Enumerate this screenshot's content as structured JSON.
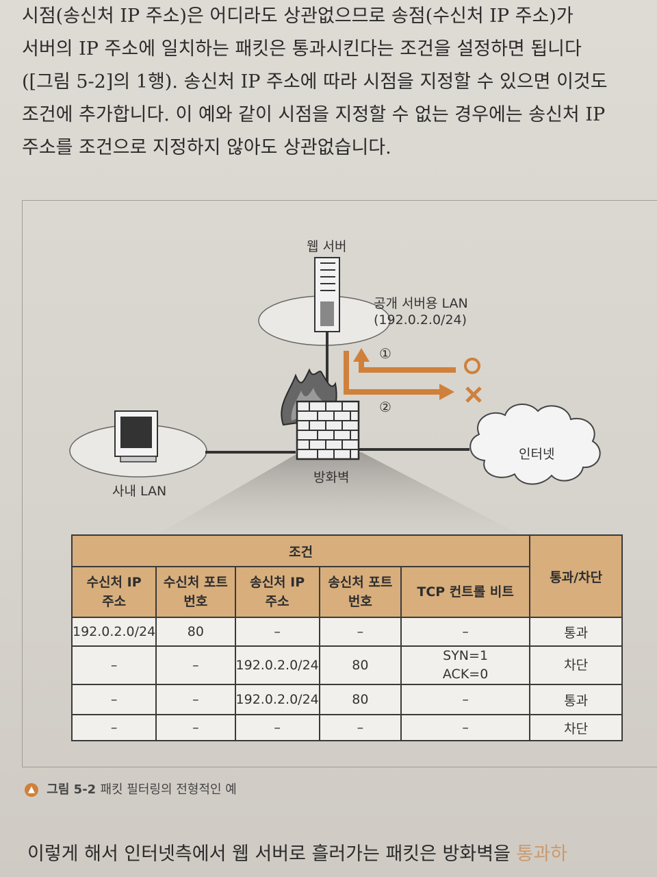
{
  "body_text": {
    "lines": [
      "시점(송신처 IP 주소)은 어디라도 상관없으므로 송점(수신처 IP 주소)가",
      "서버의 IP 주소에 일치하는 패킷은 통과시킨다는 조건을 설정하면 됩니다",
      "([그림 5-2]의 1행). 송신처 IP 주소에 따라 시점을 지정할 수 있으면 이것도",
      "조건에 추가합니다. 이 예와 같이 시점을 지정할 수 없는 경우에는 송신처 IP",
      "주소를 조건으로 지정하지 않아도 상관없습니다."
    ]
  },
  "diagram": {
    "web_server_label": "웹 서버",
    "public_lan_label": "공개 서버용 LAN",
    "public_lan_subnet": "(192.0.2.0/24)",
    "arrow1_label": "①",
    "arrow2_label": "②",
    "pass_symbol": "○",
    "block_symbol": "×",
    "internet_label": "인터넷",
    "firewall_label": "방화벽",
    "internal_lan_label": "사내 LAN",
    "accent_color": "#d0803a"
  },
  "table": {
    "group_header": "조건",
    "result_header": "통과/차단",
    "columns": [
      "수신처 IP\n주소",
      "수신처 포트\n번호",
      "송신처 IP\n주소",
      "송신처 포트\n번호",
      "TCP 컨트롤 비트"
    ],
    "rows": [
      [
        "192.0.2.0/24",
        "80",
        "–",
        "–",
        "–",
        "통과"
      ],
      [
        "–",
        "–",
        "192.0.2.0/24",
        "80",
        "SYN=1\nACK=0",
        "차단"
      ],
      [
        "–",
        "–",
        "192.0.2.0/24",
        "80",
        "–",
        "통과"
      ],
      [
        "–",
        "–",
        "–",
        "–",
        "–",
        "차단"
      ]
    ],
    "header_color": "#d8ae7d"
  },
  "caption": {
    "number": "그림 5-2",
    "text": "패킷 필터링의 전형적인 예"
  },
  "bottom_text": {
    "main": "이렇게 해서 인터넷측에서 웹 서버로 흘러가는 패킷은 방화벽을 ",
    "faded": "통과하"
  }
}
